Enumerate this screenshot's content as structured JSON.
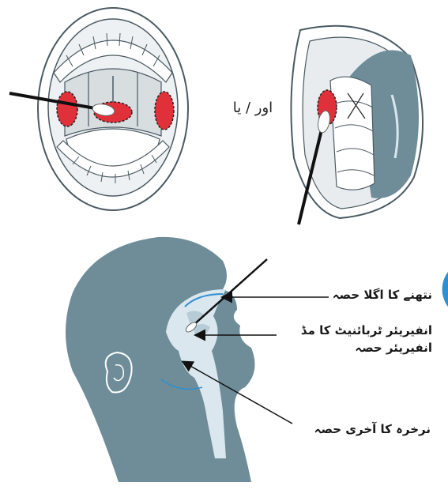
{
  "throat_panel": {
    "connector": "اور / یا"
  },
  "nose_panel": {
    "labels": {
      "anterior_nares": "نتھنے کا اگلا حصہ",
      "turbinate_line1": "انفیریئر ٹربائنیٹ کا مڈ",
      "turbinate_line2": "انفیریئر حصہ",
      "nasopharynx": "نرخرہ کا آخری حصہ"
    }
  },
  "colors": {
    "tissue_fill": "#ffffff",
    "tissue_outline": "#4a5a62",
    "sample_area_red": "#e0303a",
    "head_silhouette": "#6e8d99",
    "nasal_passage": "#dbe7ee",
    "accent_edge": "#2f8fcf"
  }
}
